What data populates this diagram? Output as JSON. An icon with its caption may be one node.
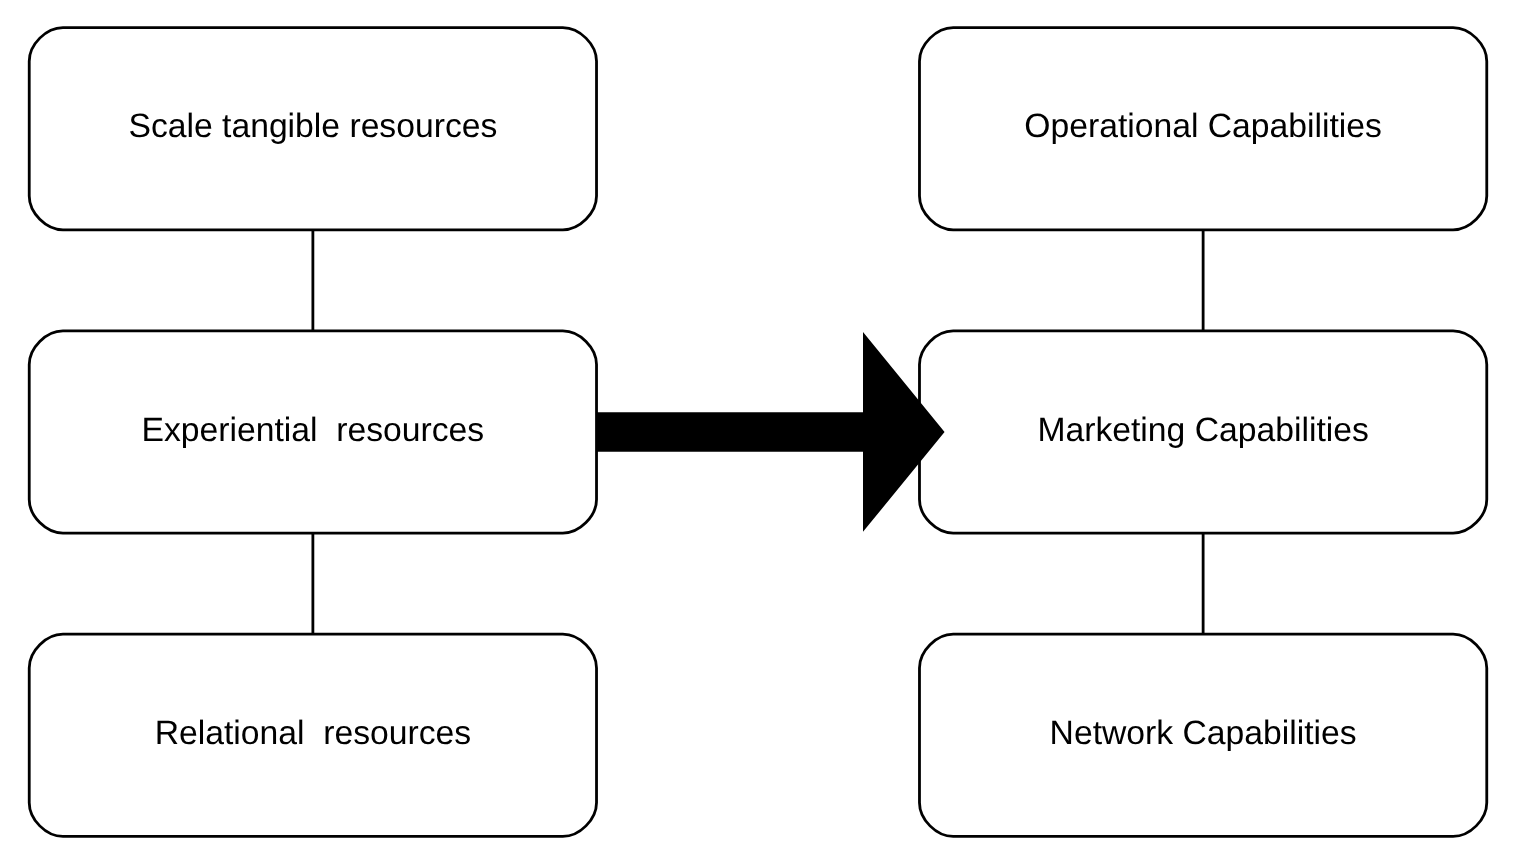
{
  "diagram": {
    "nodes": [
      {
        "text": [
          "Scale tangible resources"
        ]
      },
      {
        "text": [
          "Experiential  resources"
        ]
      },
      {
        "text": [
          "Relational  resources"
        ]
      },
      {
        "text": [
          "Operational Capabilities"
        ]
      },
      {
        "text": [
          "Marketing Capabilities"
        ]
      },
      {
        "text": [
          "Network Capabilities"
        ]
      }
    ],
    "edges": [
      {
        "from": 0,
        "to": 1,
        "arrow": "none"
      },
      {
        "from": 1,
        "to": 2,
        "arrow": "none"
      },
      {
        "from": 3,
        "to": 4,
        "arrow": "none"
      },
      {
        "from": 4,
        "to": 5,
        "arrow": "none"
      },
      {
        "from": 1,
        "to": 4,
        "arrow": "to",
        "style": "thick"
      }
    ]
  }
}
